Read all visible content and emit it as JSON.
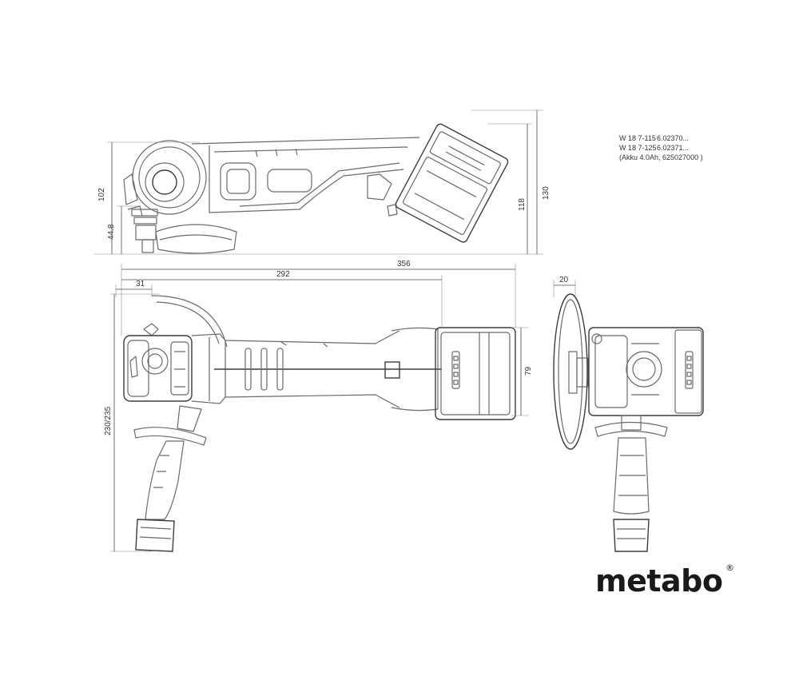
{
  "models": [
    {
      "name": "W 18 7-115",
      "code": "6.02370..."
    },
    {
      "name": "W 18 7-125",
      "code": "6.02371..."
    }
  ],
  "battery_note": "(Akku 4.0Ah, 625027000 )",
  "dimensions": {
    "d102": "102",
    "d44_8": "44.8",
    "d118": "118",
    "d130": "130",
    "d356": "356",
    "d292": "292",
    "d31": "31",
    "d230_235": "230/235",
    "d79": "79",
    "d20": "20"
  },
  "logo": {
    "text": "metabo",
    "mark": "®"
  },
  "colors": {
    "line": "#6a6a6a",
    "dimension": "#4a4a4a",
    "logo": "#1a1a1a"
  }
}
